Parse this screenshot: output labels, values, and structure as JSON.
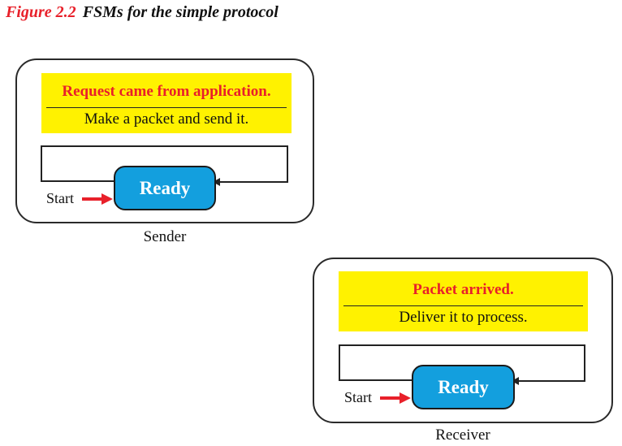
{
  "figure": {
    "number": "Figure 2.2",
    "title": "FSMs for the simple protocol"
  },
  "colors": {
    "figure_number": "#e8202a",
    "event_text": "#e8202a",
    "action_box": "#fff200",
    "state_fill": "#139fde",
    "start_arrow": "#e8202a"
  },
  "sender": {
    "event": "Request came from application.",
    "action": "Make a packet and send it.",
    "state": "Ready",
    "start_label": "Start",
    "caption": "Sender"
  },
  "receiver": {
    "event": "Packet arrived.",
    "action": "Deliver it to process.",
    "state": "Ready",
    "start_label": "Start",
    "caption": "Receiver"
  }
}
